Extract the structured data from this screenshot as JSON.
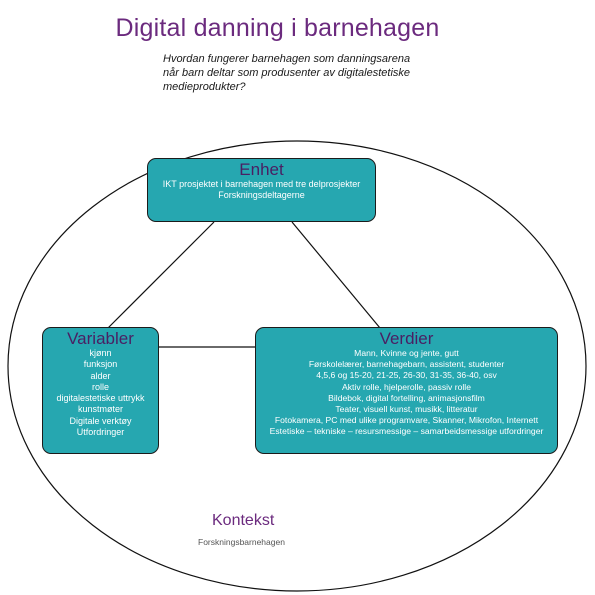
{
  "title": "Digital danning i barnehagen",
  "subtitle_lines": [
    "Hvordan fungerer barnehagen som danningsarena",
    "når barn deltar som produsenter av digitalestetiske",
    "medieprodukter?"
  ],
  "enhet": {
    "heading": "Enhet",
    "lines": [
      "IKT prosjektet i barnehagen med tre delprosjekter",
      "Forskningsdeltagerne"
    ]
  },
  "variabler": {
    "heading": "Variabler",
    "lines": [
      "kjønn",
      "funksjon",
      "alder",
      "rolle",
      "digitalestetiske uttrykk",
      "kunstmøter",
      "Digitale verktøy",
      "Utfordringer"
    ]
  },
  "verdier": {
    "heading": "Verdier",
    "lines": [
      "Mann, Kvinne og jente, gutt",
      "Førskolelærer, barnehagebarn, assistent, studenter",
      "4,5,6 og 15-20, 21-25, 26-30, 31-35, 36-40, osv",
      "Aktiv rolle, hjelperolle, passiv rolle",
      "Bildebok, digital fortelling, animasjonsfilm",
      "Teater, visuell kunst, musikk, litteratur",
      "Fotokamera, PC med ulike programvare, Skanner, Mikrofon, Internett",
      "Estetiske – tekniske – resursmessige – samarbeidsmessige utfordringer"
    ]
  },
  "kontekst": {
    "heading": "Kontekst",
    "sub": "Forskningsbarnehagen"
  },
  "colors": {
    "box_fill": "#26a7b0",
    "heading_purple": "#6b2a7e",
    "box_heading": "#4a1f63"
  }
}
